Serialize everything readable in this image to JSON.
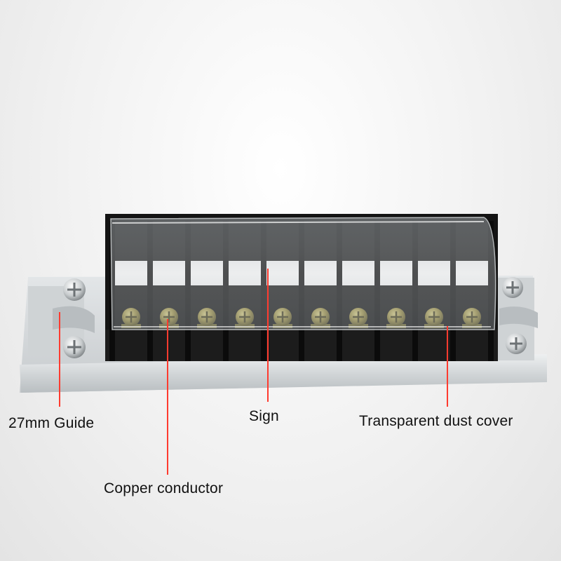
{
  "callouts": {
    "guide": "27mm Guide",
    "sign": "Sign",
    "cover": "Transparent dust cover",
    "conductor": "Copper conductor"
  },
  "terminal_block": {
    "positions": 10,
    "colors": {
      "housing": "#141414",
      "rail": "#d7dadc",
      "sign_strip": "#ffffff",
      "screw_brass": "#a89a4a",
      "callout_line": "#ff3b2f"
    }
  }
}
